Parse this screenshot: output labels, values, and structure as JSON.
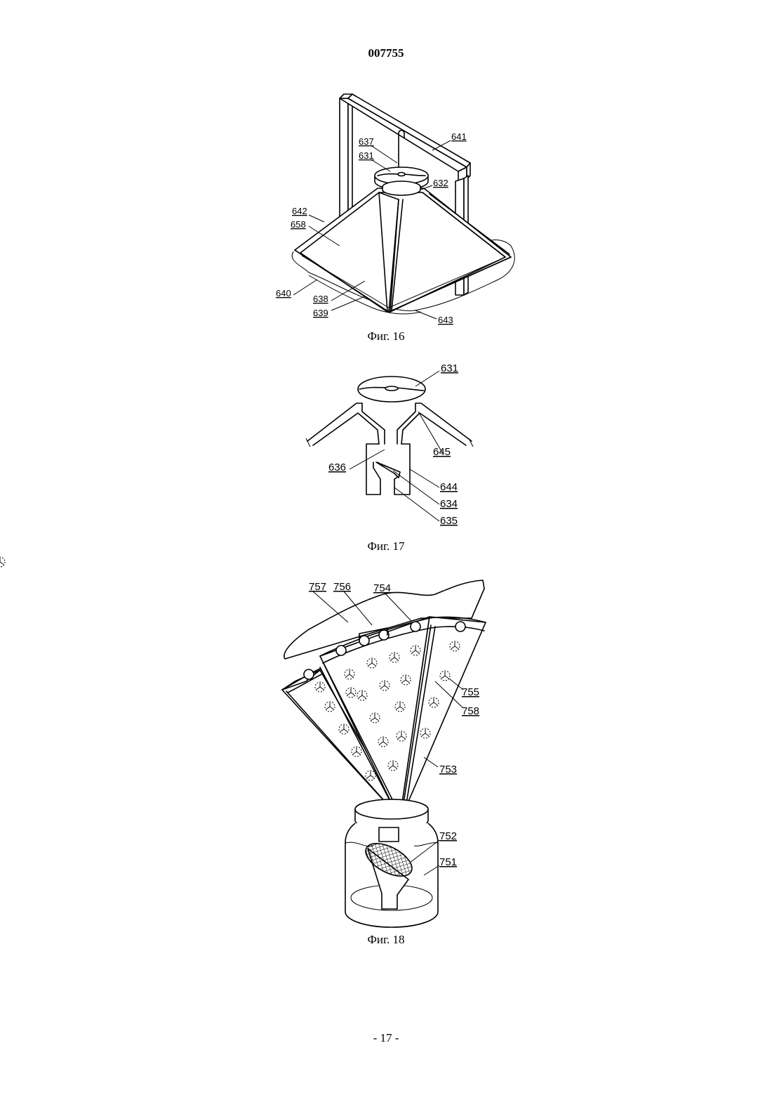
{
  "header": {
    "doc_number": "007755"
  },
  "figures": {
    "fig16": {
      "caption": "Фиг. 16",
      "labels": [
        "641",
        "637",
        "631",
        "632",
        "642",
        "658",
        "640",
        "638",
        "639",
        "643"
      ]
    },
    "fig17": {
      "caption": "Фиг. 17",
      "labels": [
        "631",
        "645",
        "636",
        "644",
        "634",
        "635"
      ]
    },
    "fig18": {
      "caption": "Фиг. 18",
      "labels": [
        "757",
        "756",
        "754",
        "755",
        "758",
        "753",
        "752",
        "751"
      ]
    }
  },
  "footer": {
    "page": "- 17 -"
  }
}
